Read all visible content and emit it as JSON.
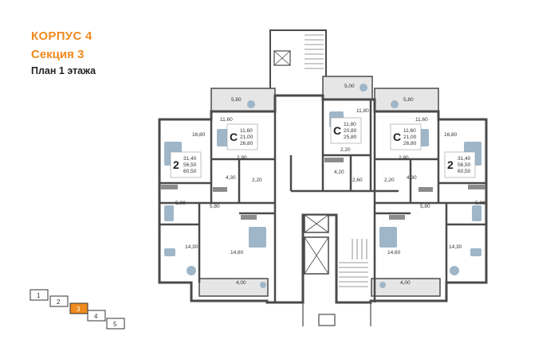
{
  "header": {
    "building": "КОРПУС 4",
    "section": "Секция 3",
    "floor_plan": "План 1 этажа"
  },
  "colors": {
    "accent": "#ef8a1e",
    "wall": "#4a4a4a",
    "room": "#ffffff",
    "balcony": "#e6e6e6",
    "furniture": "#9fb6c8",
    "kitchen": "#8c8c8c"
  },
  "apartments": [
    {
      "type": "C",
      "lines": [
        "11,60",
        "21,00",
        "26,80"
      ]
    },
    {
      "type": "C",
      "lines": [
        "11,80",
        "20,80",
        "25,80"
      ]
    },
    {
      "type": "C",
      "lines": [
        "11,60",
        "21,00",
        "26,80"
      ]
    },
    {
      "type": "2",
      "lines": [
        "31,40",
        "56,50",
        "60,50"
      ]
    },
    {
      "type": "2",
      "lines": [
        "31,40",
        "56,50",
        "60,50"
      ]
    }
  ],
  "area_labels": [
    "5,00",
    "5,80",
    "5,80",
    "11,80",
    "11,60",
    "11,60",
    "16,80",
    "16,80",
    "2,20",
    "2,90",
    "2,90",
    "4,30",
    "4,30",
    "2,20",
    "2,20",
    "4,20",
    "2,60",
    "5,00",
    "5,00",
    "5,80",
    "5,80",
    "14,30",
    "14,30",
    "14,60",
    "14,60",
    "4,00",
    "4,00"
  ],
  "sections_map": {
    "items": [
      "1",
      "2",
      "3",
      "4",
      "5"
    ],
    "active": "3"
  }
}
